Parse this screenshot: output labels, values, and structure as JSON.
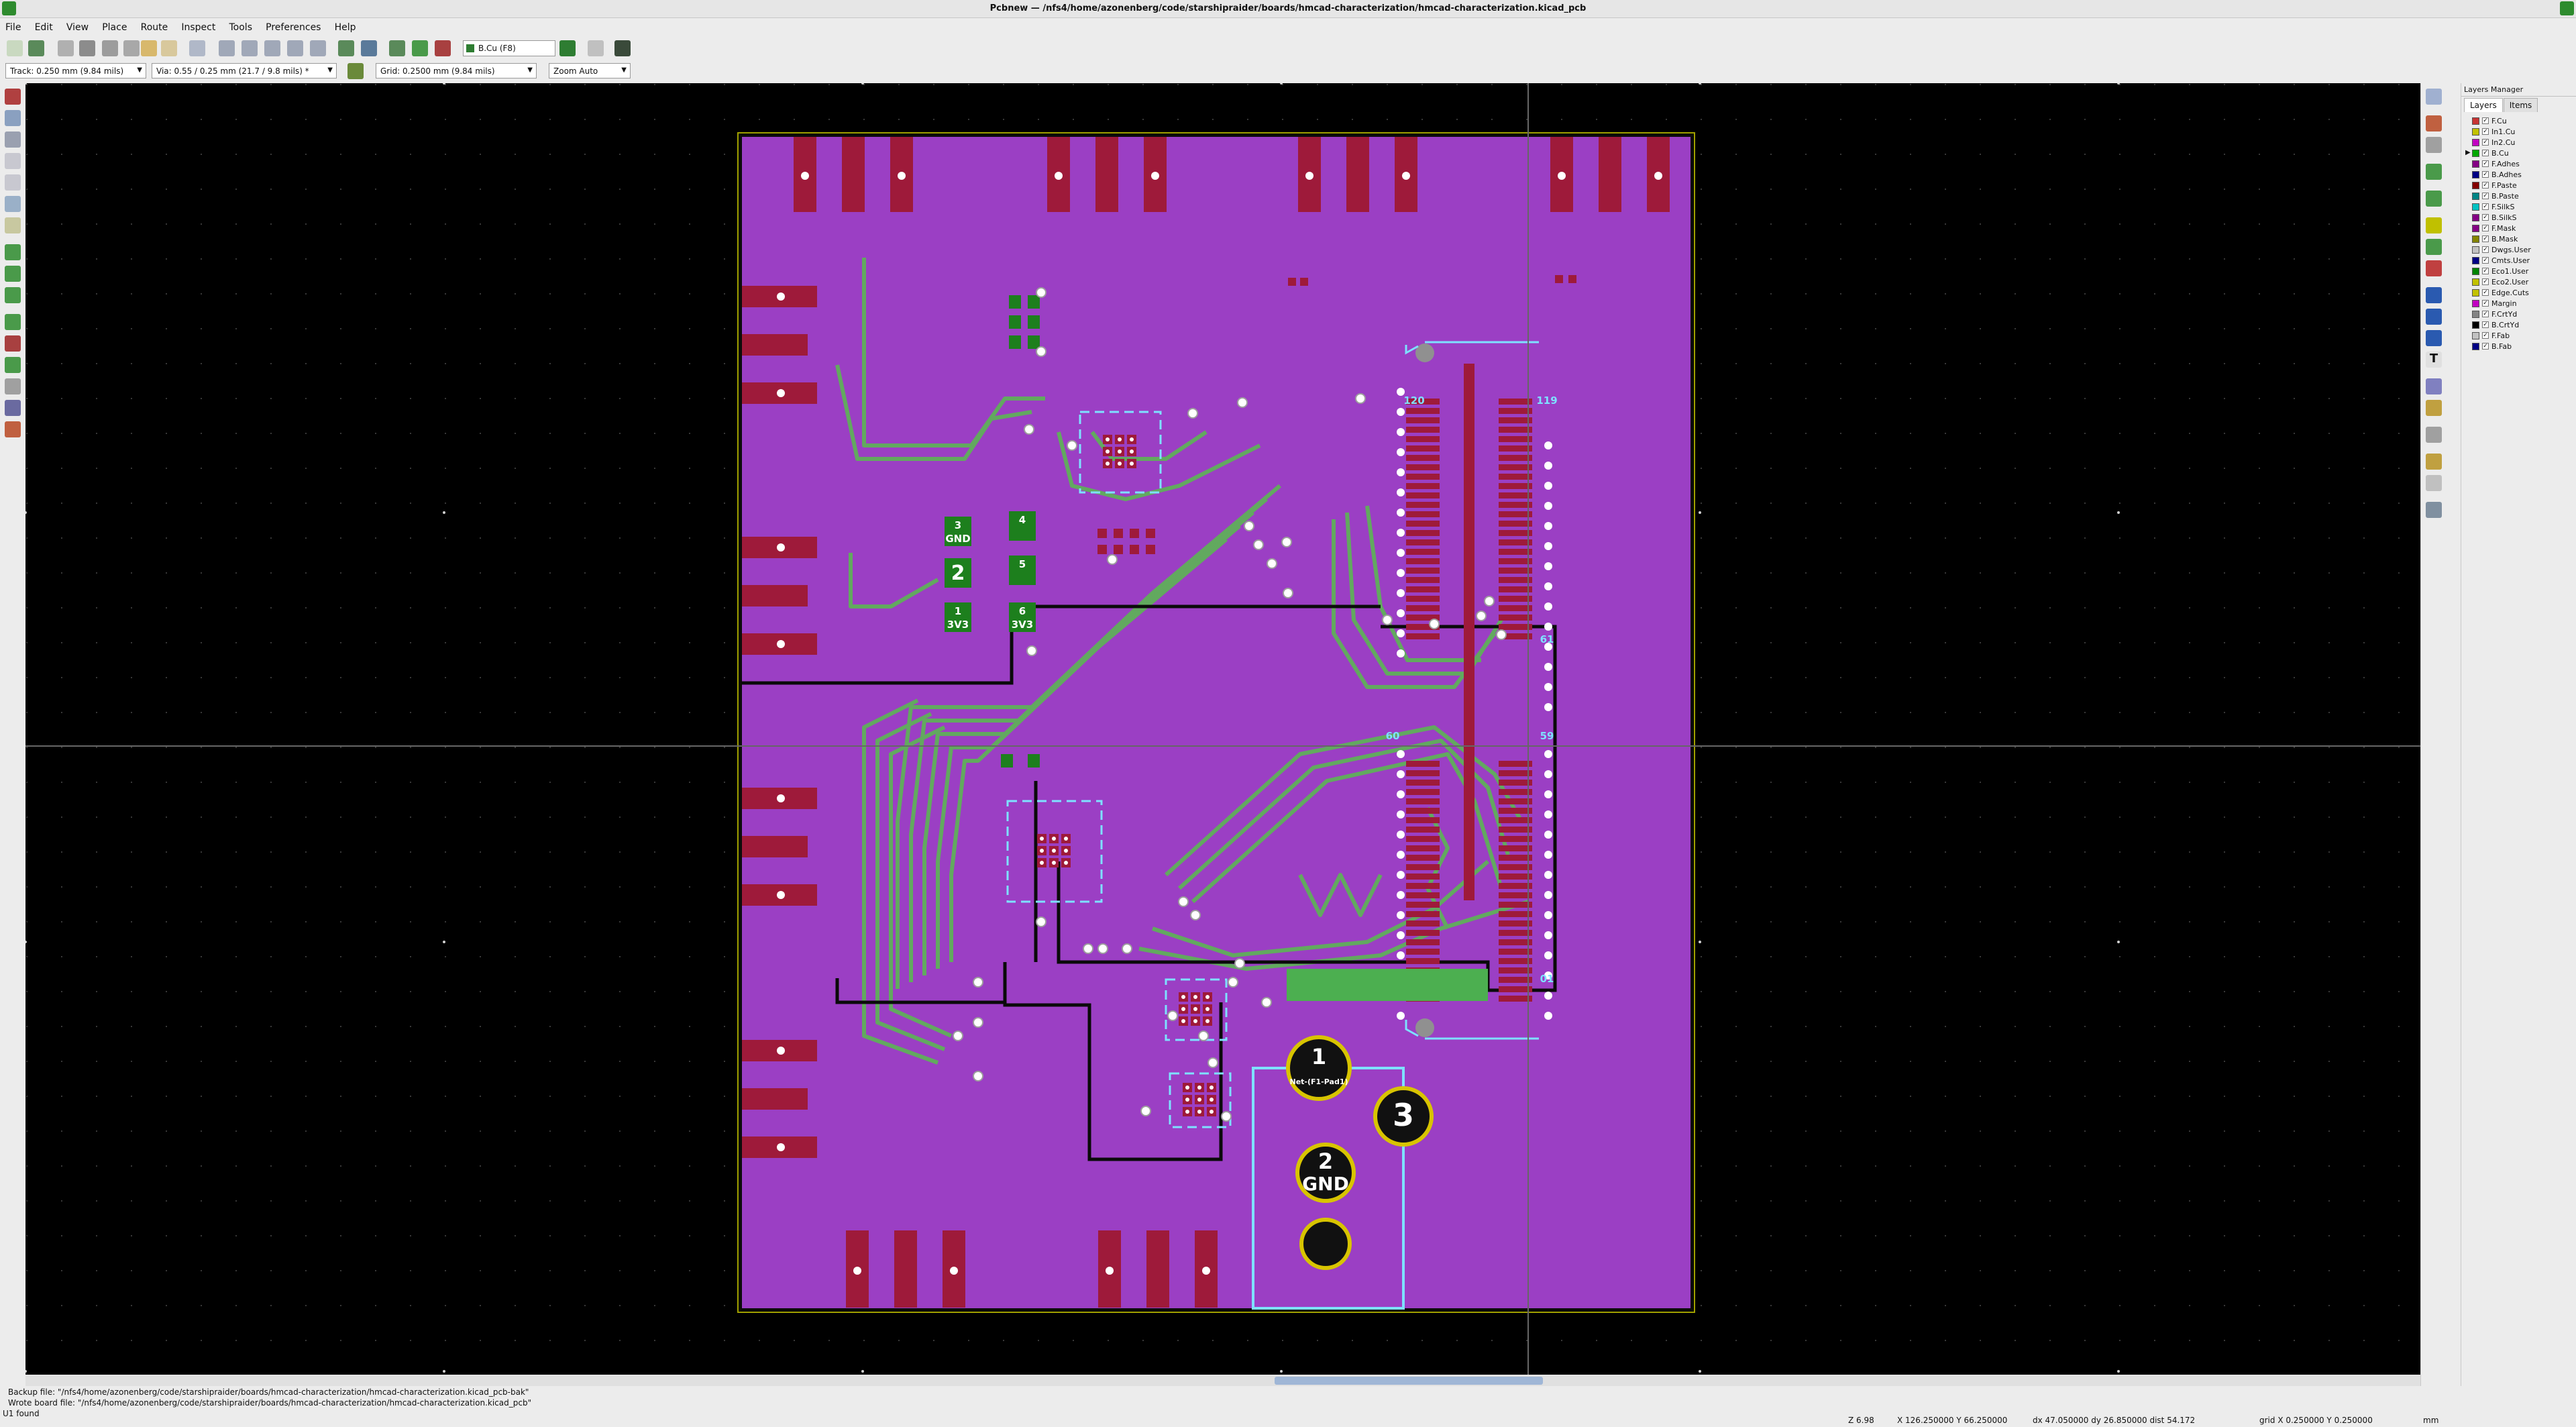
{
  "window": {
    "title": "Pcbnew — /nfs4/home/azonenberg/code/starshipraider/boards/hmcad-characterization/hmcad-characterization.kicad_pcb"
  },
  "menu": [
    "File",
    "Edit",
    "View",
    "Place",
    "Route",
    "Inspect",
    "Tools",
    "Preferences",
    "Help"
  ],
  "toolbar": {
    "active_layer": "B.Cu (F8)",
    "active_layer_color": "#2e7d32",
    "track": "Track: 0.250 mm (9.84 mils)",
    "via": "Via: 0.55 / 0.25 mm (21.7 / 9.8 mils) *",
    "grid": "Grid: 0.2500 mm (9.84 mils)",
    "zoom": "Zoom Auto"
  },
  "board": {
    "colors": {
      "fill": "#9b3fc4",
      "pad": "#9e1a3a",
      "track": "#62a95f",
      "outline": "#0a0a0a",
      "silk": "#7ee1ff",
      "hole": "#ffffff",
      "fcu_pad": "#1d7f1d",
      "gold": "#d8c400"
    },
    "pads": [
      {
        "label": "3",
        "sub": "GND"
      },
      {
        "label": "4",
        "sub": ""
      },
      {
        "label": "2",
        "sub": ""
      },
      {
        "label": "5",
        "sub": ""
      },
      {
        "label": "1",
        "sub": "3V3"
      },
      {
        "label": "6",
        "sub": "3V3"
      }
    ],
    "connector_labels": [
      "120",
      "119",
      "61",
      "60",
      "59",
      "01"
    ],
    "big_pads": [
      {
        "label": "1",
        "sub": "Net-(F1-Pad1)"
      },
      {
        "label": "3",
        "sub": ""
      },
      {
        "label": "2",
        "sub": "GND"
      },
      {
        "label": "",
        "sub": ""
      }
    ]
  },
  "layers_manager": {
    "title": "Layers Manager",
    "tabs": [
      "Layers",
      "Items"
    ],
    "layers": [
      {
        "name": "F.Cu",
        "color": "#c83434",
        "checked": true
      },
      {
        "name": "In1.Cu",
        "color": "#c2c200",
        "checked": true
      },
      {
        "name": "In2.Cu",
        "color": "#c200c2",
        "checked": true
      },
      {
        "name": "B.Cu",
        "color": "#00a800",
        "checked": true,
        "active": true
      },
      {
        "name": "F.Adhes",
        "color": "#840084",
        "checked": true
      },
      {
        "name": "B.Adhes",
        "color": "#000084",
        "checked": true
      },
      {
        "name": "F.Paste",
        "color": "#840000",
        "checked": true
      },
      {
        "name": "B.Paste",
        "color": "#008484",
        "checked": true
      },
      {
        "name": "F.SilkS",
        "color": "#00c2c2",
        "checked": true
      },
      {
        "name": "B.SilkS",
        "color": "#840084",
        "checked": true
      },
      {
        "name": "F.Mask",
        "color": "#840084",
        "checked": true
      },
      {
        "name": "B.Mask",
        "color": "#848400",
        "checked": true
      },
      {
        "name": "Dwgs.User",
        "color": "#c2c2c2",
        "checked": true
      },
      {
        "name": "Cmts.User",
        "color": "#000084",
        "checked": true
      },
      {
        "name": "Eco1.User",
        "color": "#008400",
        "checked": true
      },
      {
        "name": "Eco2.User",
        "color": "#c2c200",
        "checked": true
      },
      {
        "name": "Edge.Cuts",
        "color": "#c2c200",
        "checked": true
      },
      {
        "name": "Margin",
        "color": "#c200c2",
        "checked": true
      },
      {
        "name": "F.CrtYd",
        "color": "#848484",
        "checked": true
      },
      {
        "name": "B.CrtYd",
        "color": "#000000",
        "checked": true
      },
      {
        "name": "F.Fab",
        "color": "#c2c2c2",
        "checked": true
      },
      {
        "name": "B.Fab",
        "color": "#000084",
        "checked": true
      }
    ]
  },
  "status": {
    "line1": "Backup file: \"/nfs4/home/azonenberg/code/starshipraider/boards/hmcad-characterization/hmcad-characterization.kicad_pcb-bak\"",
    "line2": "Wrote board file: \"/nfs4/home/azonenberg/code/starshipraider/boards/hmcad-characterization/hmcad-characterization.kicad_pcb\"",
    "line3": "U1 found",
    "zoom": "Z 6.98",
    "xy": "X 126.250000  Y 66.250000",
    "delta": "dx 47.050000  dy 26.850000  dist 54.172",
    "grid": "grid X 0.250000  Y 0.250000",
    "units": "mm"
  }
}
